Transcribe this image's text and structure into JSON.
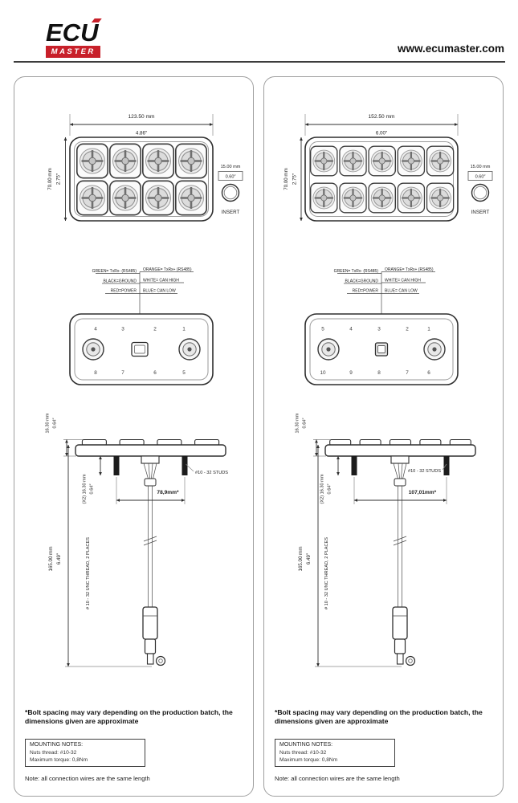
{
  "header": {
    "logo_ecu": "ECU",
    "logo_master": "MASTER",
    "website": "www.ecumaster.com"
  },
  "panels": [
    {
      "top": {
        "width_mm": "123.50 mm",
        "width_in": "4.86″",
        "height_mm": "70.00 mm",
        "height_in": "2.75″",
        "insert_mm": "15.00 mm",
        "insert_in": "0.60″",
        "insert_label": "INSERT"
      },
      "back": {
        "labels_left": [
          "GREEN= TxRx- (RS485)",
          "BLACK=GROUND",
          "RED=POWER"
        ],
        "labels_right": [
          "ORANGE= TxRx+ (RS485)",
          "WHITE= CAN HIGH",
          "BLUE= CAN LOW"
        ],
        "pins_top": [
          "4",
          "3",
          "2",
          "1"
        ],
        "pins_bottom": [
          "8",
          "7",
          "6",
          "5"
        ]
      },
      "side": {
        "stud_mm": "16.30 mm",
        "stud_in": "0.64″",
        "studs_label": "#10 - 32 STUDS",
        "x2_label": "(X2) 16.30 mm",
        "x2_in": "0.64″",
        "spacing": "78,9mm*",
        "height_mm": "165.00 mm",
        "height_in": "6.49″",
        "thread_label": "# 10 - 32 UNC THREAD, 2 PLACES"
      },
      "notes": {
        "bolt": "*Bolt spacing may vary depending on the production batch, the dimensions given are approximate",
        "mounting_title": "MOUNTING NOTES:",
        "mounting_line1": "Nuts thread: #10-32",
        "mounting_line2": "Maximum torque: 0,8Nm",
        "wires": "Note: all connection wires are the same length"
      }
    },
    {
      "top": {
        "width_mm": "152.50 mm",
        "width_in": "6.00″",
        "height_mm": "70.00 mm",
        "height_in": "2.75″",
        "insert_mm": "15.00 mm",
        "insert_in": "0.60″",
        "insert_label": "INSERT"
      },
      "back": {
        "labels_left": [
          "GREEN= TxRx- (RS485)",
          "BLACK=GROUND",
          "RED=POWER"
        ],
        "labels_right": [
          "ORANGE= TxRx+ (RS485)",
          "WHITE= CAN HIGH",
          "BLUE= CAN LOW"
        ],
        "pins_top": [
          "5",
          "4",
          "3",
          "2",
          "1"
        ],
        "pins_bottom": [
          "10",
          "9",
          "8",
          "7",
          "6"
        ]
      },
      "side": {
        "stud_mm": "16.30 mm",
        "stud_in": "0.64″",
        "studs_label": "#10 - 32 STUDS",
        "x2_label": "(X2) 16.30 mm",
        "x2_in": "0.64″",
        "spacing": "107,01mm*",
        "height_mm": "165.00 mm",
        "height_in": "6.49″",
        "thread_label": "# 10 - 32 UNC THREAD, 2 PLACES"
      },
      "notes": {
        "bolt": "*Bolt spacing may vary depending on the production batch, the dimensions given are approximate",
        "mounting_title": "MOUNTING NOTES:",
        "mounting_line1": "Nuts thread: #10-32",
        "mounting_line2": "Maximum torque: 0,8Nm",
        "wires": "Note: all connection wires are the same length"
      }
    }
  ]
}
